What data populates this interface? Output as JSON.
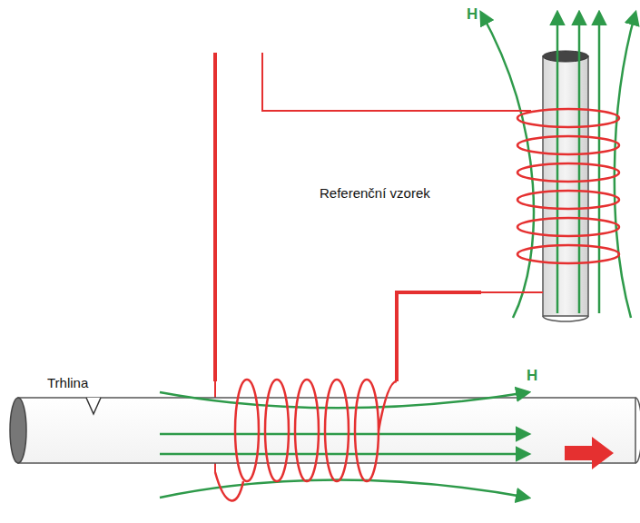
{
  "diagram": {
    "labels": [
      "H",
      "Referenční vzorek",
      "H",
      "Trhlina"
    ]
  }
}
